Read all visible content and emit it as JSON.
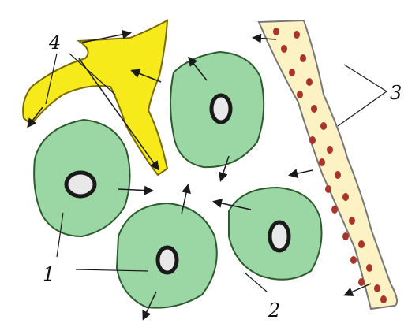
{
  "labels": {
    "l1": "1",
    "l2": "2",
    "l3": "3",
    "l4": "4"
  },
  "colors": {
    "cell_fill": "#9bd7a4",
    "cell_stroke": "#2d5a2f",
    "nucleus_fill": "#e8e8e8",
    "nucleus_stroke": "#1a1a1a",
    "vessel_fill": "#fdf2c4",
    "vessel_stroke": "#777777",
    "rbc": "#a8342a",
    "nerve_fill": "#f6ea1a",
    "nerve_stroke": "#7a6a00",
    "arrow": "#1a1a1a"
  }
}
